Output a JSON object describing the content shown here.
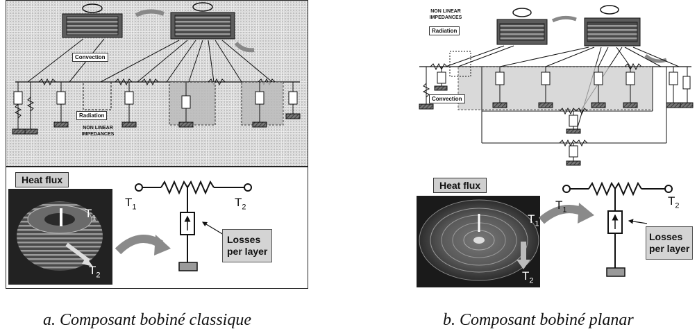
{
  "figure_a": {
    "labels": {
      "convection": "Convection",
      "radiation": "Radiation",
      "nonlinear": "NON LINEAR IMPEDANCES"
    },
    "heat_flux": "Heat flux",
    "t1": "T",
    "t1_sub": "1",
    "t2": "T",
    "t2_sub": "2",
    "losses_line1": "Losses",
    "losses_line2": "per layer",
    "caption": "a. Composant bobiné classique"
  },
  "figure_b": {
    "labels": {
      "nonlinear": "NON LINEAR IMPEDANCES",
      "radiation": "Radiation",
      "convection": "Convection"
    },
    "heat_flux": "Heat flux",
    "t1": "T",
    "t1_sub": "1",
    "t2": "T",
    "t2_sub": "2",
    "losses_line1": "Losses",
    "losses_line2": "per layer",
    "caption": "b. Composant bobiné planar"
  },
  "colors": {
    "line": "#111111",
    "arrow_gray": "#8a8a8a",
    "coil_dark": "#3a3a3a",
    "coil_light": "#a8a8a8"
  }
}
